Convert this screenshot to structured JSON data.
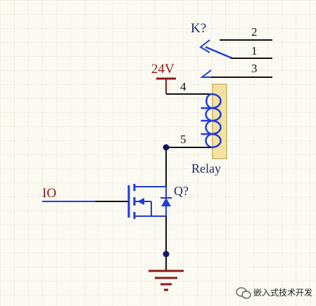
{
  "relay": {
    "designator": "K?",
    "name": "Relay",
    "pins": {
      "p1": "1",
      "p2": "2",
      "p3": "3",
      "p4": "4",
      "p5": "5"
    }
  },
  "power": {
    "label": "24V"
  },
  "mosfet": {
    "designator": "Q?"
  },
  "net": {
    "io": "IO"
  },
  "watermark": {
    "text": "嵌入式技术开发"
  },
  "colors": {
    "wire": "#0f1a66",
    "coil": "#1f3be0",
    "relay_body": "#f5e2a0",
    "power_net": "#8b1a1a",
    "grid": "#ece8d8"
  }
}
